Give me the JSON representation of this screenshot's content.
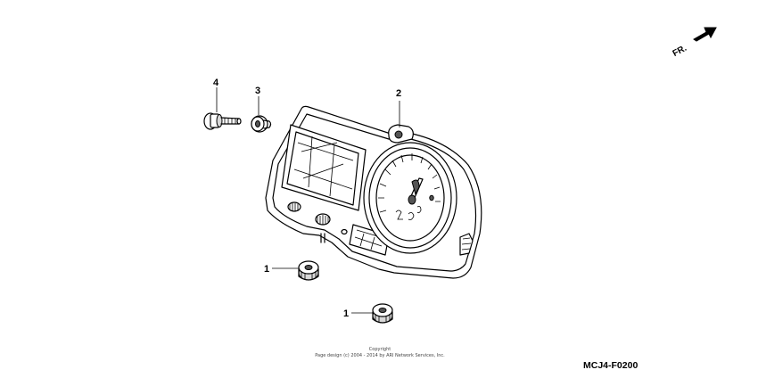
{
  "diagram": {
    "direction_label": "FR.",
    "callouts": [
      {
        "id": "part-4",
        "label": "4"
      },
      {
        "id": "part-3",
        "label": "3"
      },
      {
        "id": "part-2",
        "label": "2"
      },
      {
        "id": "part-1a",
        "label": "1"
      },
      {
        "id": "part-1b",
        "label": "1"
      }
    ],
    "copyright_line1": "Copyright",
    "copyright_line2": "Page design (c) 2004 - 2014 by ARI Network Services, Inc.",
    "diagram_code": "MCJ4-F0200"
  }
}
